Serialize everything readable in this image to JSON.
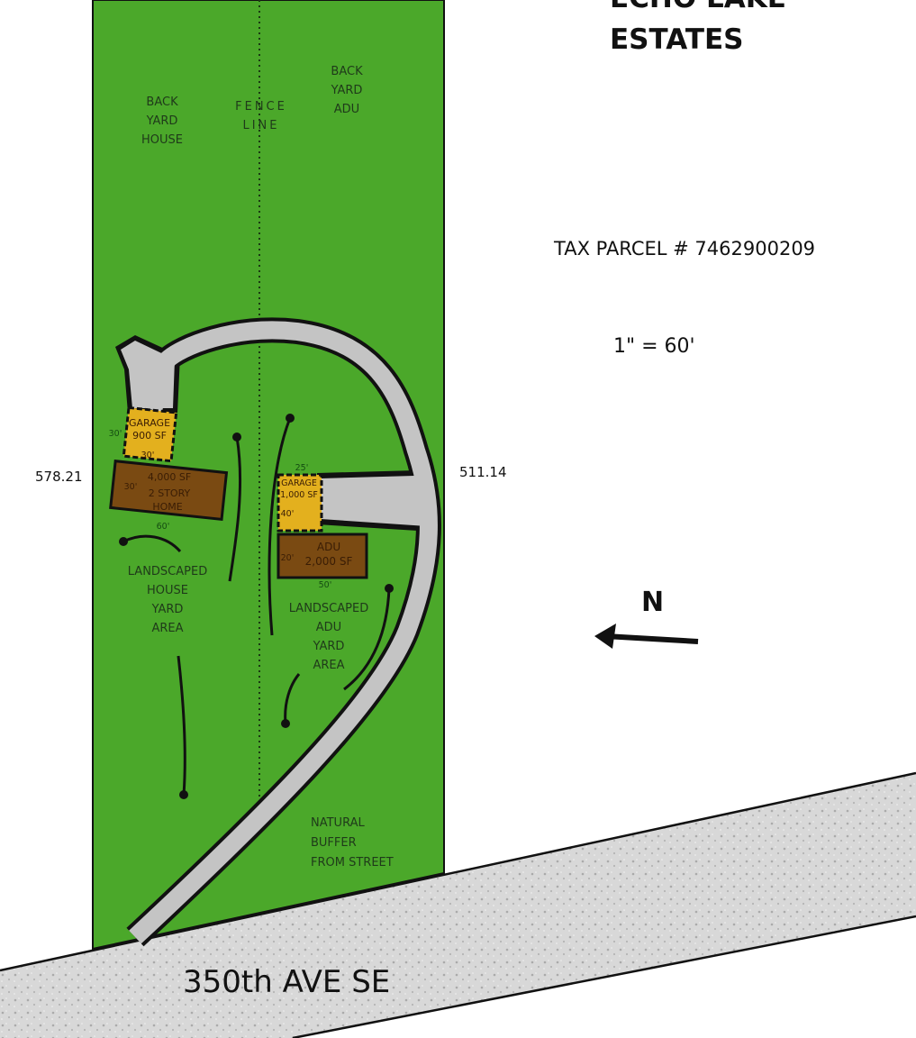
{
  "title": {
    "line1": "ECHO LAKE",
    "line2": "ESTATES"
  },
  "tax_parcel": "TAX PARCEL # 7462900209",
  "scale": "1\" = 60'",
  "north_label": "N",
  "boundary_lengths": {
    "left": "578.21",
    "right": "511.14"
  },
  "street_name": "350th AVE SE",
  "fence_line": [
    "FENCE",
    "LINE"
  ],
  "areas": {
    "back_yard_house": [
      "BACK",
      "YARD",
      "HOUSE"
    ],
    "back_yard_adu": [
      "BACK",
      "YARD",
      "ADU"
    ],
    "landscaped_house": [
      "LANDSCAPED",
      "HOUSE",
      "YARD",
      "AREA"
    ],
    "landscaped_adu": [
      "LANDSCAPED",
      "ADU",
      "YARD",
      "AREA"
    ],
    "natural_buffer": [
      "NATURAL",
      "BUFFER",
      "FROM STREET"
    ]
  },
  "buildings": {
    "house_garage": {
      "lines": [
        "GARAGE",
        "900 SF"
      ],
      "dim_side": "30'",
      "dim_bottom": "30'"
    },
    "house": {
      "lines": [
        "4,000 SF",
        "2 STORY",
        "HOME"
      ],
      "dim_side": "30'",
      "dim_bottom": "60'"
    },
    "adu_garage": {
      "lines": [
        "GARAGE",
        "1,000 SF"
      ],
      "dim_top": "25'",
      "dim_side": "40'"
    },
    "adu": {
      "lines": [
        "ADU",
        "2,000 SF"
      ],
      "dim_side": "20'",
      "dim_bottom": "50'"
    }
  },
  "colors": {
    "lawn": "#4ba82a",
    "garage": "#e3b01e",
    "building": "#7a4a12",
    "drive": "#c4c4c4",
    "road": "#d6d6d6"
  }
}
